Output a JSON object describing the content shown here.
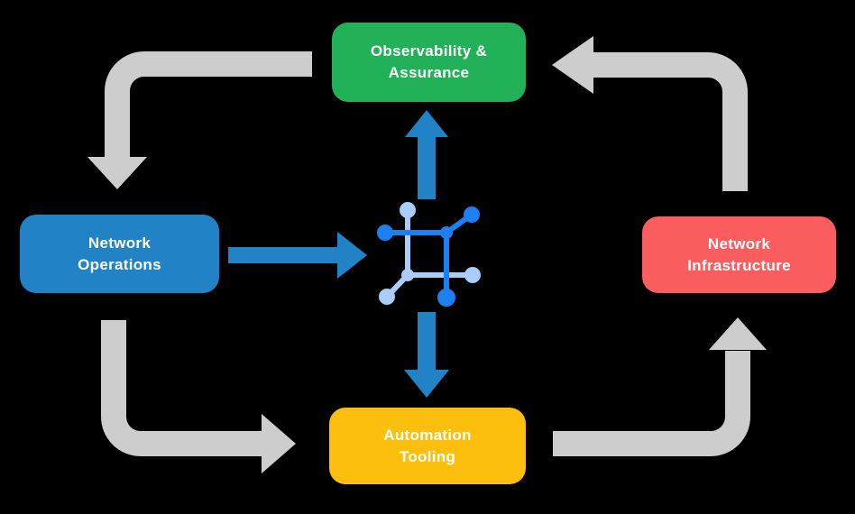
{
  "nodes": [
    {
      "id": "observability-assurance",
      "label": "Observability & Assurance",
      "lines": [
        "Observability &",
        "Assurance"
      ],
      "color": "#22B159"
    },
    {
      "id": "network-operations",
      "label": "Network Operations",
      "lines": [
        "Network",
        "Operations"
      ],
      "color": "#2183C5"
    },
    {
      "id": "network-infrastructure",
      "label": "Network Infrastructure",
      "lines": [
        "Network",
        "Infrastructure"
      ],
      "color": "#FC5D5F"
    },
    {
      "id": "automation-tooling",
      "label": "Automation Tooling",
      "lines": [
        "Automation",
        "Tooling"
      ],
      "color": "#FCBF0D"
    },
    {
      "id": "center-icon",
      "label": "",
      "lines": [
        "",
        ""
      ],
      "color": "#1D80F1"
    }
  ],
  "center_icon": {
    "name": "network-mesh-icon",
    "dark": "#1D80F1",
    "light": "#A9CDF8"
  },
  "colors": {
    "background": "#000000",
    "label_text": "#FFFFFF",
    "cycle_arrow": "#CDCDCD",
    "flow_arrow": "#2183C5"
  },
  "connections": [
    {
      "from": "observability-assurance",
      "to": "network-operations",
      "type": "cycle-gray"
    },
    {
      "from": "network-operations",
      "to": "automation-tooling",
      "type": "cycle-gray"
    },
    {
      "from": "automation-tooling",
      "to": "network-infrastructure",
      "type": "cycle-gray"
    },
    {
      "from": "network-infrastructure",
      "to": "observability-assurance",
      "type": "cycle-gray"
    },
    {
      "from": "network-operations",
      "to": "center-icon",
      "type": "flow-blue"
    },
    {
      "from": "center-icon",
      "to": "observability-assurance",
      "type": "flow-blue"
    },
    {
      "from": "center-icon",
      "to": "automation-tooling",
      "type": "flow-blue"
    }
  ]
}
